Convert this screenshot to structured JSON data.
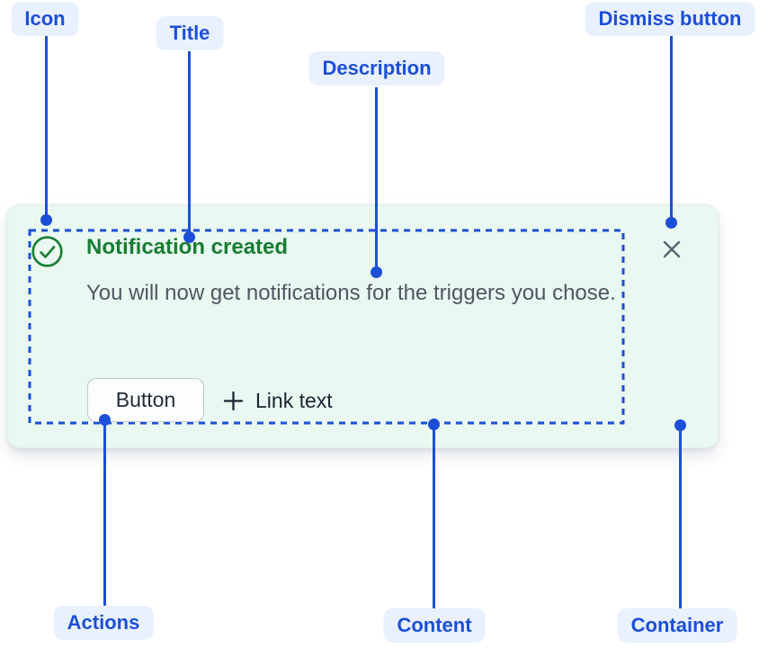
{
  "annotations": {
    "icon": {
      "label": "Icon"
    },
    "title": {
      "label": "Title"
    },
    "description": {
      "label": "Description"
    },
    "dismiss": {
      "label": "Dismiss button"
    },
    "actions": {
      "label": "Actions"
    },
    "content": {
      "label": "Content"
    },
    "container": {
      "label": "Container"
    }
  },
  "flag": {
    "title": "Notification created",
    "description": "You will now get notifications for the triggers you chose.",
    "actions": {
      "button_label": "Button",
      "link_label": "Link text"
    },
    "icons": {
      "status": "success-check-icon",
      "link_prefix": "plus-icon",
      "dismiss": "close-icon"
    }
  },
  "colors": {
    "annotation_blue": "#1C4FD7",
    "annotation_pill_bg": "#E9F1FE",
    "card_bg": "#E9F8F0",
    "success_green": "#177D33",
    "description_gray": "#4F5661",
    "dismiss_gray": "#5A6470",
    "button_border": "#BFC6D0",
    "button_bg": "#FCFDFD"
  }
}
